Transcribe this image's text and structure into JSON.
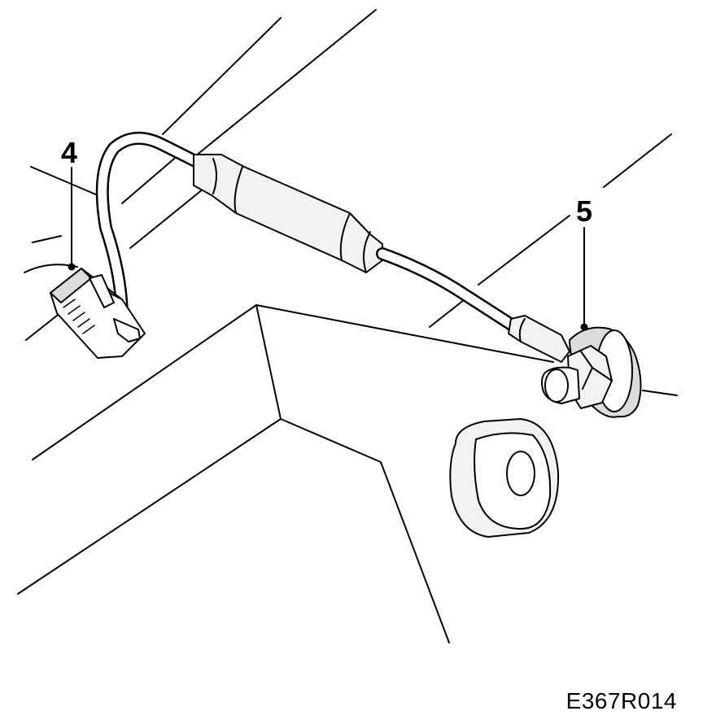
{
  "callouts": {
    "connector": "4",
    "sensor": "5"
  },
  "figure_code": "E367R014",
  "colors": {
    "line": "#000000",
    "fill_light": "#f2f2f2",
    "fill_mid": "#dcdcdc",
    "background": "#ffffff"
  }
}
